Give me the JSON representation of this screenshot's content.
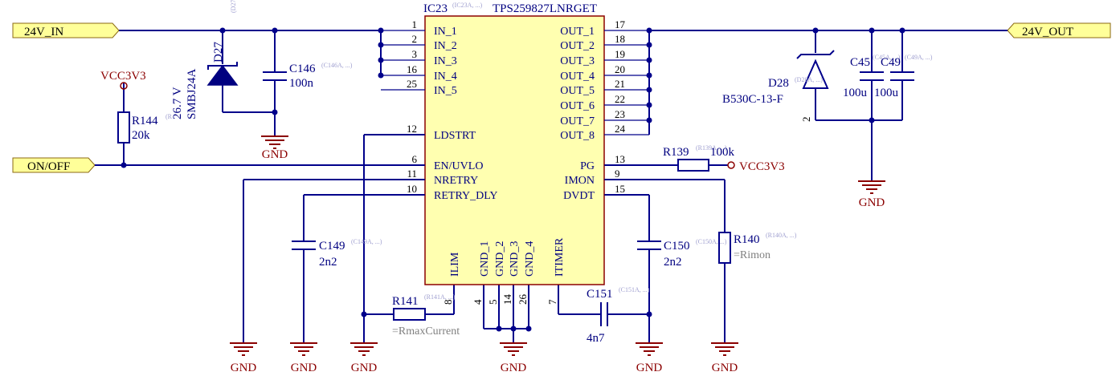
{
  "ports": {
    "in24": "24V_IN",
    "out24": "24V_OUT",
    "onoff": "ON/OFF"
  },
  "nets": {
    "vcc_left": "VCC3V3",
    "vcc_right": "VCC3V3",
    "gnd": "GND"
  },
  "ic": {
    "designator": "IC23",
    "ghost": "(IC23A, ...)",
    "part": "TPS259827LNRGET",
    "left_pins": [
      {
        "num": "1",
        "name": "IN_1"
      },
      {
        "num": "2",
        "name": "IN_2"
      },
      {
        "num": "3",
        "name": "IN_3"
      },
      {
        "num": "16",
        "name": "IN_4"
      },
      {
        "num": "25",
        "name": "IN_5"
      },
      {
        "num": "12",
        "name": "LDSTRT"
      },
      {
        "num": "6",
        "name": "EN/UVLO"
      },
      {
        "num": "11",
        "name": "NRETRY"
      },
      {
        "num": "10",
        "name": "RETRY_DLY"
      }
    ],
    "right_pins": [
      {
        "num": "17",
        "name": "OUT_1"
      },
      {
        "num": "18",
        "name": "OUT_2"
      },
      {
        "num": "19",
        "name": "OUT_3"
      },
      {
        "num": "20",
        "name": "OUT_4"
      },
      {
        "num": "21",
        "name": "OUT_5"
      },
      {
        "num": "22",
        "name": "OUT_6"
      },
      {
        "num": "23",
        "name": "OUT_7"
      },
      {
        "num": "24",
        "name": "OUT_8"
      },
      {
        "num": "13",
        "name": "PG"
      },
      {
        "num": "9",
        "name": "IMON"
      },
      {
        "num": "15",
        "name": "DVDT"
      }
    ],
    "bottom_pins": [
      {
        "num": "8",
        "name": "ILIM"
      },
      {
        "num": "4",
        "name": "GND_1"
      },
      {
        "num": "5",
        "name": "GND_2"
      },
      {
        "num": "14",
        "name": "GND_3"
      },
      {
        "num": "26",
        "name": "GND_4"
      },
      {
        "num": "7",
        "name": "ITIMER"
      }
    ]
  },
  "components": {
    "d27": {
      "designator": "D27",
      "ghost": "(D27",
      "part": "SMBJ24A",
      "voltage": "26.7 V"
    },
    "c146": {
      "designator": "C146",
      "ghost": "(C146A, ...)",
      "value": "100n"
    },
    "r144": {
      "designator": "R144",
      "ghost": "(R",
      "value": "20k"
    },
    "c149": {
      "designator": "C149",
      "ghost": "(C149A, ...)",
      "value": "2n2"
    },
    "r141": {
      "designator": "R141",
      "ghost": "(R141A, ...)",
      "value": "=RmaxCurrent"
    },
    "c151": {
      "designator": "C151",
      "ghost": "(C151A, ...)",
      "value": "4n7"
    },
    "c150": {
      "designator": "C150",
      "ghost": "(C150A, ...)",
      "value": "2n2"
    },
    "r140": {
      "designator": "R140",
      "ghost": "(R140A, ...)",
      "value": "=Rimon"
    },
    "r139": {
      "designator": "R139",
      "ghost": "(R139A, ...)",
      "value": "100k"
    },
    "d28": {
      "designator": "D28",
      "ghost": "(D28A, ...)",
      "part": "B530C-13-F",
      "pin": "2"
    },
    "c45": {
      "designator": "C45",
      "ghost": "(C45A, ...)",
      "value": "100u"
    },
    "c49": {
      "designator": "C49",
      "ghost": "(C49A, ...)",
      "value": "100u"
    }
  }
}
